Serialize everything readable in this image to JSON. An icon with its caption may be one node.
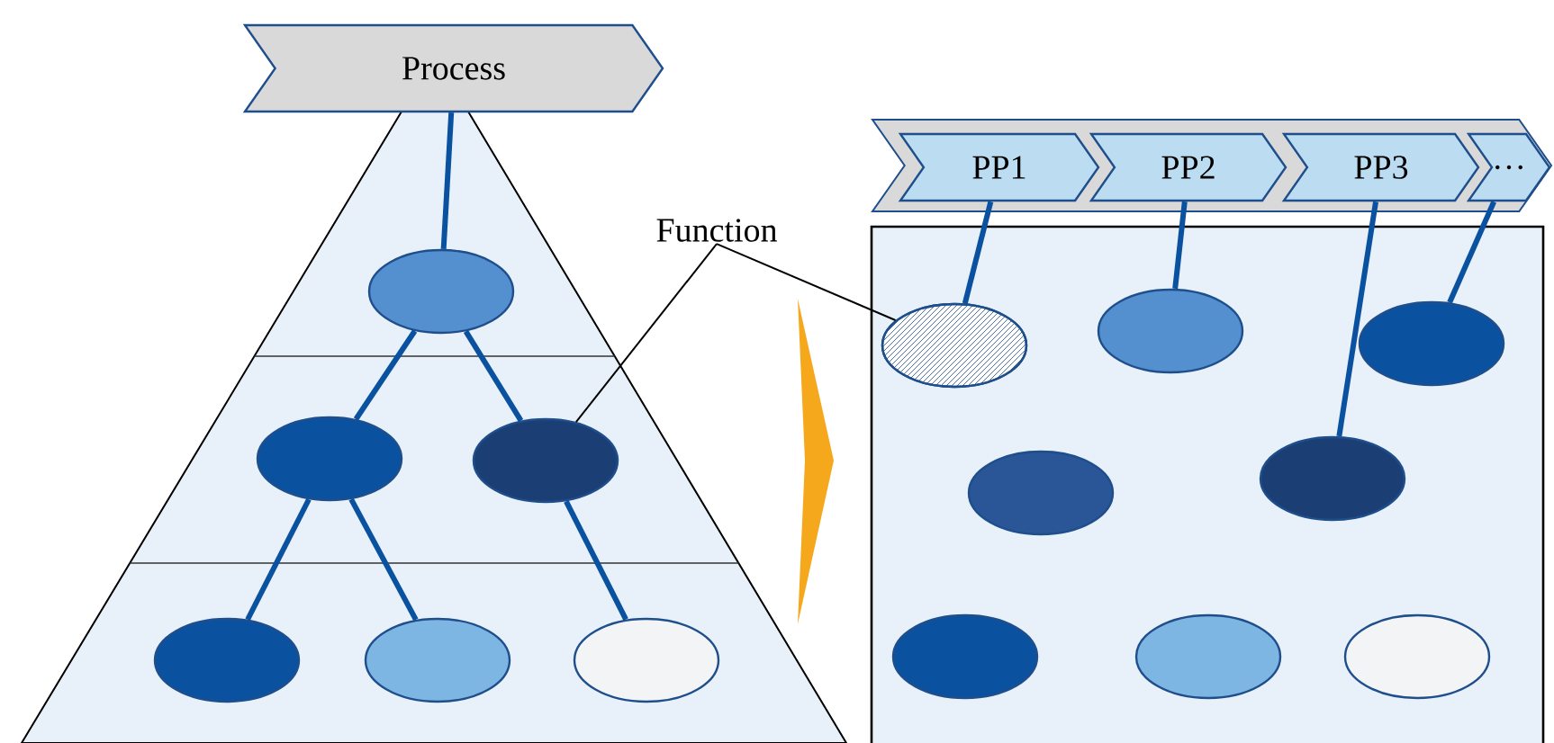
{
  "diagram": {
    "nodes": [
      {
        "text": [
          "Process"
        ]
      },
      {
        "text": [],
        "shape": "ellipse"
      },
      {
        "text": [],
        "shape": "ellipse"
      },
      {
        "text": [],
        "shape": "ellipse"
      },
      {
        "text": [],
        "shape": "ellipse"
      },
      {
        "text": [],
        "shape": "ellipse"
      },
      {
        "text": [],
        "shape": "ellipse"
      },
      {
        "text": [
          "Function"
        ]
      },
      {
        "text": [
          "PP1"
        ]
      },
      {
        "text": [
          "PP2"
        ]
      },
      {
        "text": [
          "PP3"
        ]
      },
      {
        "text": [
          "…"
        ]
      },
      {
        "text": [],
        "shape": "ellipse"
      },
      {
        "text": [],
        "shape": "ellipse"
      },
      {
        "text": [],
        "shape": "ellipse"
      },
      {
        "text": [],
        "shape": "ellipse"
      },
      {
        "text": [],
        "shape": "ellipse"
      },
      {
        "text": [],
        "shape": "ellipse"
      },
      {
        "text": [],
        "shape": "ellipse"
      },
      {
        "text": [],
        "shape": "ellipse"
      }
    ],
    "edges": [
      {
        "from": 0,
        "to": 1,
        "arrow": "none"
      },
      {
        "from": 1,
        "to": 2,
        "arrow": "none"
      },
      {
        "from": 1,
        "to": 3,
        "arrow": "none"
      },
      {
        "from": 2,
        "to": 4,
        "arrow": "none"
      },
      {
        "from": 2,
        "to": 5,
        "arrow": "none"
      },
      {
        "from": 3,
        "to": 6,
        "arrow": "none"
      },
      {
        "from": 7,
        "to": 3,
        "arrow": "none",
        "color": "#000000"
      },
      {
        "from": 7,
        "to": 12,
        "arrow": "none",
        "color": "#000000"
      },
      {
        "from": 8,
        "to": 12,
        "arrow": "none"
      },
      {
        "from": 9,
        "to": 13,
        "arrow": "none"
      },
      {
        "from": 10,
        "to": 16,
        "arrow": "none"
      },
      {
        "from": 11,
        "to": 14,
        "arrow": "none"
      }
    ]
  }
}
